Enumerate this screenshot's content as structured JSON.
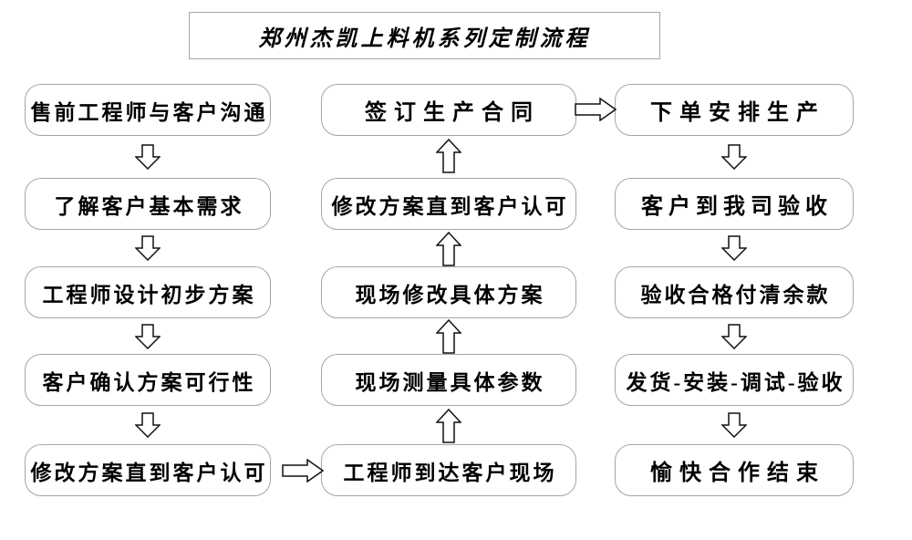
{
  "title": {
    "text": "郑州杰凯上料机系列定制流程"
  },
  "columns": {
    "left": {
      "boxes": [
        "售前工程师与客户沟通",
        "了解客户基本需求",
        "工程师设计初步方案",
        "客户确认方案可行性",
        "修改方案直到客户认可"
      ]
    },
    "middle": {
      "boxes": [
        "签订生产合同",
        "修改方案直到客户认可",
        "现场修改具体方案",
        "现场测量具体参数",
        "工程师到达客户现场"
      ]
    },
    "right": {
      "boxes": [
        "下单安排生产",
        "客户到我司验收",
        "验收合格付清余款",
        "发货-安装-调试-验收",
        "愉快合作结束"
      ]
    }
  },
  "flow_direction": {
    "left_column": "top-to-bottom",
    "middle_column": "bottom-to-top",
    "right_column": "top-to-bottom",
    "cross_links": [
      "修改方案直到客户认可 → 工程师到达客户现场",
      "签订生产合同 → 下单安排生产"
    ]
  },
  "colors": {
    "background": "#ffffff",
    "box_border": "#a6a6a6",
    "text": "#000000",
    "arrow_outline": "#111111",
    "arrow_fill": "#ffffff"
  }
}
